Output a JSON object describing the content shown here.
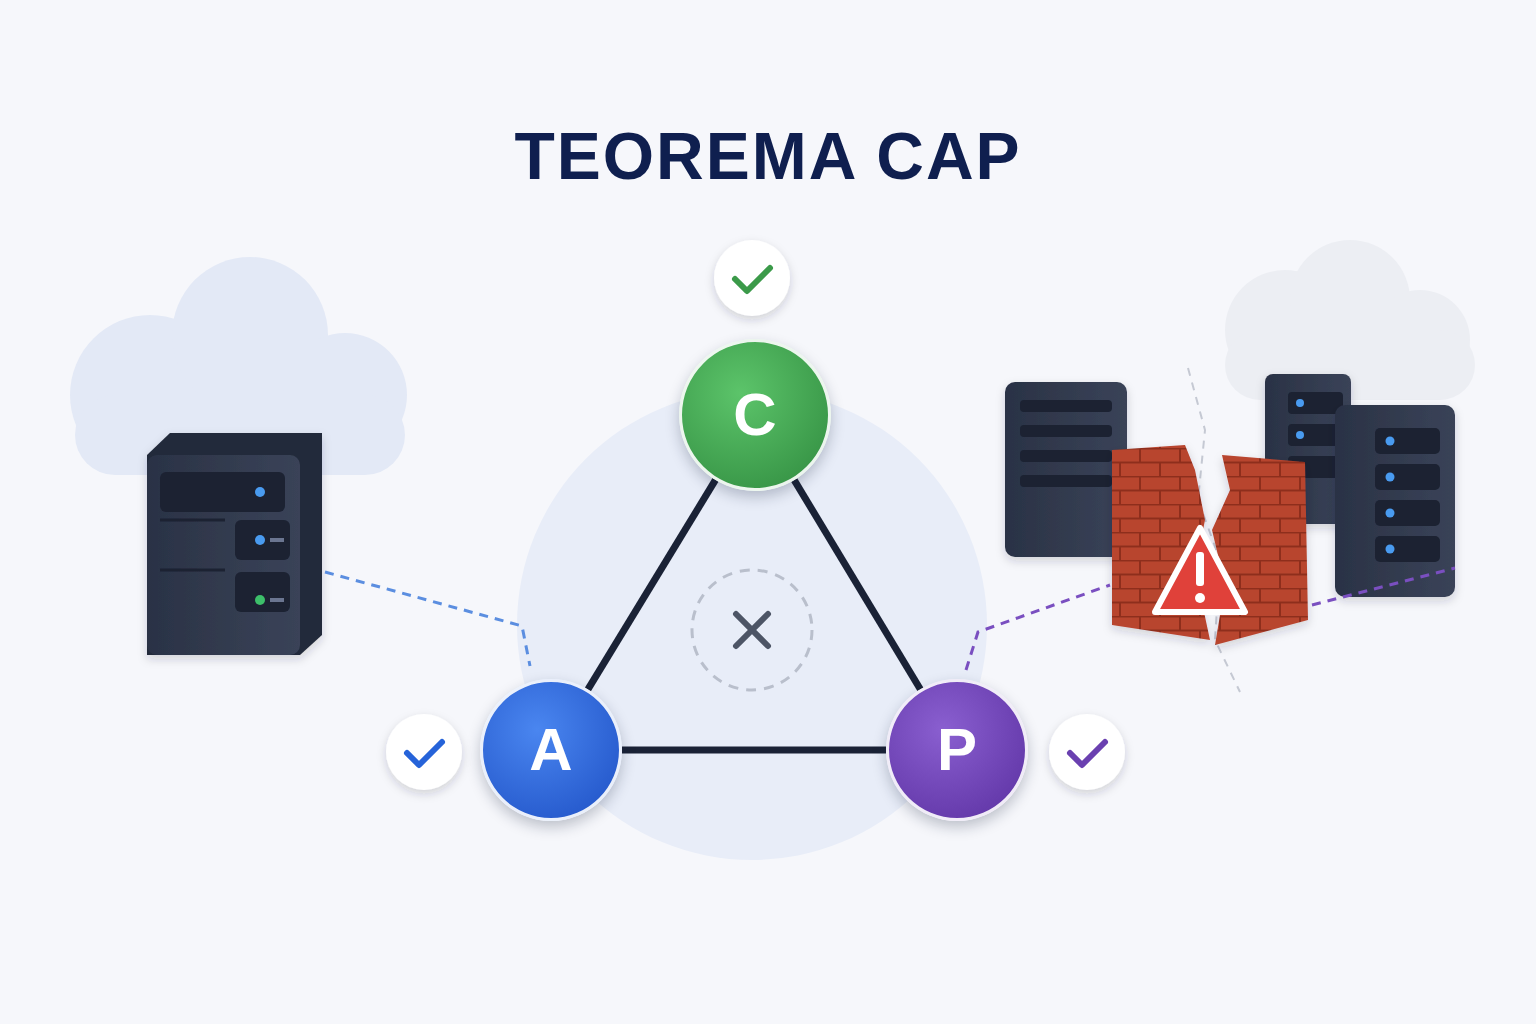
{
  "diagram": {
    "title": "TEOREMA CAP",
    "nodes": [
      {
        "text": [
          "C"
        ]
      },
      {
        "text": [
          "A"
        ]
      },
      {
        "text": [
          "P"
        ]
      }
    ],
    "edges": [
      {
        "from": 0,
        "to": 1,
        "arrow": "none"
      },
      {
        "from": 0,
        "to": 2,
        "arrow": "none"
      },
      {
        "from": 1,
        "to": 2,
        "arrow": "none"
      }
    ]
  }
}
